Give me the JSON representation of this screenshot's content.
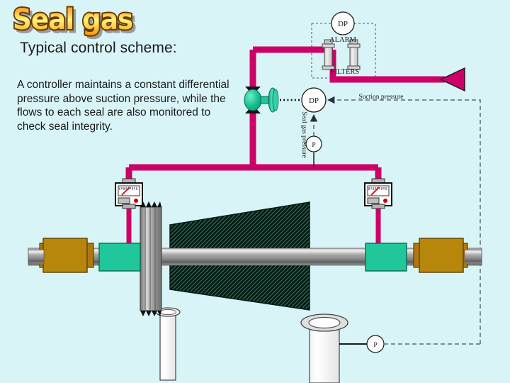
{
  "slide": {
    "background_color": "#d8f4f7",
    "title": "Seal gas",
    "subtitle": "Typical control scheme:",
    "body_text": "A controller maintains a constant differential pressure above suction pressure, while the flows to each seal are also monitored to check seal integrity."
  },
  "colors": {
    "pipe": "#cc0066",
    "background": "#d8f4f7",
    "valve_body": "#1fc79a",
    "seal_box": "#1fc79a",
    "bearing_housing": "#b8860b",
    "casing": "#0d2a22",
    "casing_hatch": "#1f6b52",
    "shaft_light": "#e8e8e8",
    "shaft_dark": "#6b6b6b",
    "signal_line": "#3a4a52",
    "needle": "#cc2222",
    "indicator_lamp": "#cc0000",
    "nozzle": "#ffffff",
    "flange": "#d9d9d9"
  },
  "instruments": {
    "dp_alarm": {
      "tag": "DP",
      "sub_label": "ALARM",
      "name": "differential-pressure-alarm"
    },
    "dp_controller": {
      "tag": "DP",
      "name": "differential-pressure-controller"
    },
    "seal_gas_pressure_transmitter": {
      "tag": "P",
      "name": "seal-gas-pressure-transmitter"
    },
    "suction_pressure_transmitter": {
      "tag": "P",
      "name": "suction-pressure-transmitter"
    }
  },
  "labels": {
    "filters": "FILTERS",
    "suction_pressure": "Suction pressure",
    "seal_gas_pressure": "Seal gas pressure"
  },
  "equipment": {
    "control_valve": "control-valve",
    "filter_left": "filter-element-left",
    "filter_right": "filter-element-right",
    "flow_meter_left": "seal-gas-flow-meter-left",
    "flow_meter_right": "seal-gas-flow-meter-right",
    "compressor_casing": "compressor-casing",
    "rotor_shaft": "rotor-shaft",
    "coupling": "coupling",
    "seal_left": "dry-gas-seal-left",
    "seal_right": "dry-gas-seal-right",
    "bearing_left": "bearing-housing-left",
    "bearing_right": "bearing-housing-right",
    "suction_nozzle": "suction-nozzle",
    "discharge_nozzle": "discharge-nozzle",
    "gas_outlet_arrow": "gas-outlet-arrow"
  }
}
